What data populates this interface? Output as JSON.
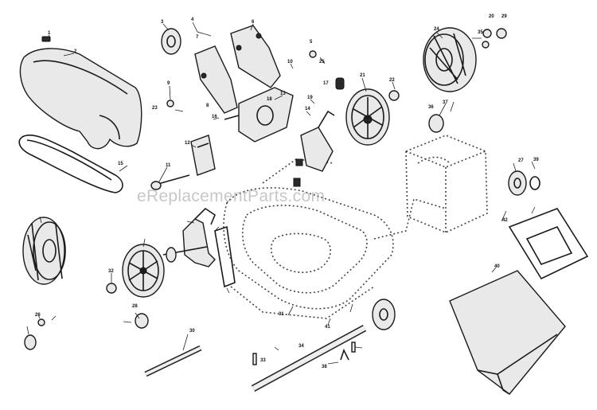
{
  "watermark": "eReplacementParts.com",
  "callouts": {
    "c1": "1",
    "c2": "2",
    "c3": "3",
    "c4": "4",
    "c5": "5",
    "c6": "6",
    "c7": "7",
    "c8": "8",
    "c9": "9",
    "c10": "10",
    "c11": "11",
    "c12": "12",
    "c13": "13",
    "c14": "14",
    "c15": "15",
    "c16": "16",
    "c17": "17",
    "c18": "18",
    "c19": "19",
    "c20": "20",
    "c21": "21",
    "c22": "22",
    "c23": "23",
    "c24": "24",
    "c25": "25",
    "c26": "26",
    "c27": "27",
    "c28": "28",
    "c29": "29",
    "c30": "30",
    "c31": "31",
    "c32": "32",
    "c33": "33",
    "c34": "34",
    "c35": "35",
    "c36": "36",
    "c37": "37",
    "c38": "38",
    "c39": "39",
    "c40": "40",
    "c41": "41",
    "c42": "42"
  }
}
